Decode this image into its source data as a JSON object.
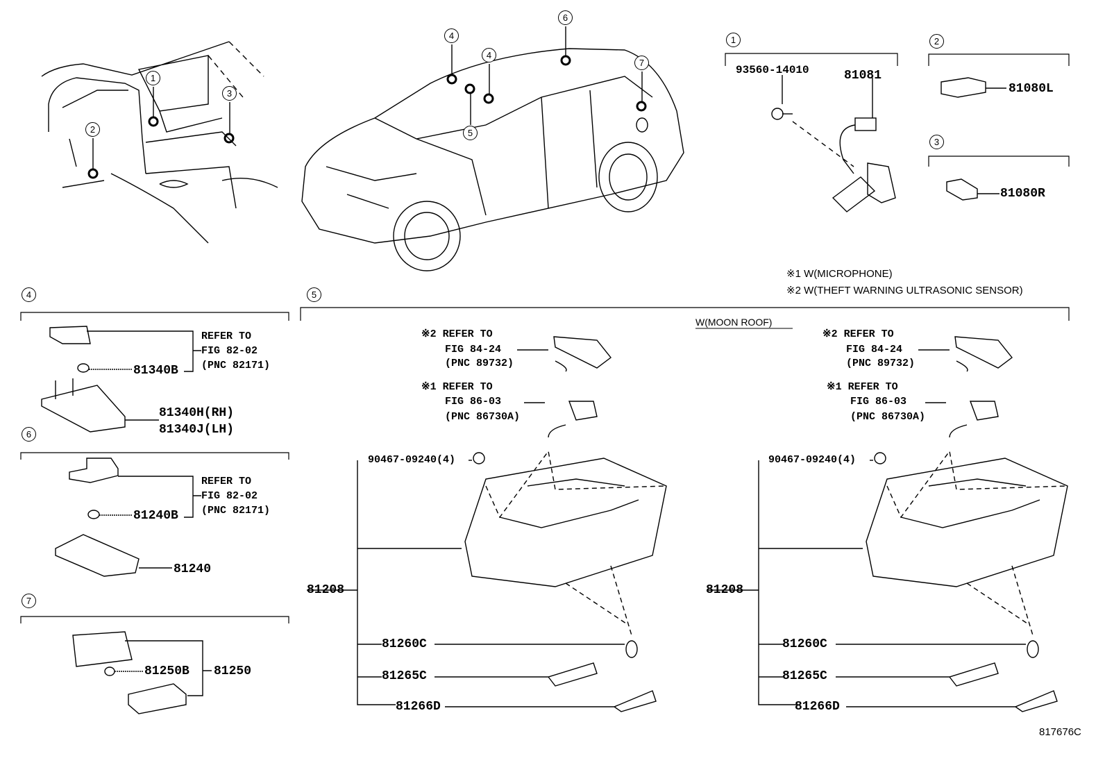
{
  "overview": {
    "callouts": [
      "1",
      "2",
      "3",
      "4",
      "4",
      "5",
      "6",
      "7"
    ]
  },
  "section1": {
    "num": "1",
    "bolt": "93560-14010",
    "sensor": "81081"
  },
  "section2": {
    "num": "2",
    "part": "81080L"
  },
  "section3": {
    "num": "3",
    "part": "81080R"
  },
  "notes": [
    "※1 W(MICROPHONE)",
    "※2 W(THEFT WARNING ULTRASONIC SENSOR)"
  ],
  "section4": {
    "num": "4",
    "refer": [
      "REFER TO",
      "FIG 82-02",
      "(PNC 82171)"
    ],
    "bulb": "81340B",
    "lamp_rh": "81340H(RH)",
    "lamp_lh": "81340J(LH)"
  },
  "section6": {
    "num": "6",
    "refer": [
      "REFER TO",
      "FIG 82-02",
      "(PNC 82171)"
    ],
    "bulb": "81240B",
    "lamp": "81240"
  },
  "section7": {
    "num": "7",
    "bulb": "81250B",
    "lamp": "81250"
  },
  "section5": {
    "num": "5",
    "condition": "W(MOON ROOF)",
    "left": {
      "ref2": [
        "※2 REFER TO",
        "FIG 84-24",
        "(PNC 89732)"
      ],
      "ref1": [
        "※1 REFER TO",
        "FIG 86-03",
        "(PNC 86730A)"
      ],
      "clip": "90467-09240(4)",
      "assembly": "81208",
      "bulb": "81260C",
      "lens": "81265C",
      "cover": "81266D"
    },
    "right": {
      "ref2": [
        "※2 REFER TO",
        "FIG 84-24",
        "(PNC 89732)"
      ],
      "ref1": [
        "※1 REFER TO",
        "FIG 86-03",
        "(PNC 86730A)"
      ],
      "clip": "90467-09240(4)",
      "assembly": "81208",
      "bulb": "81260C",
      "lens": "81265C",
      "cover": "81266D"
    }
  },
  "figure_id": "817676C"
}
